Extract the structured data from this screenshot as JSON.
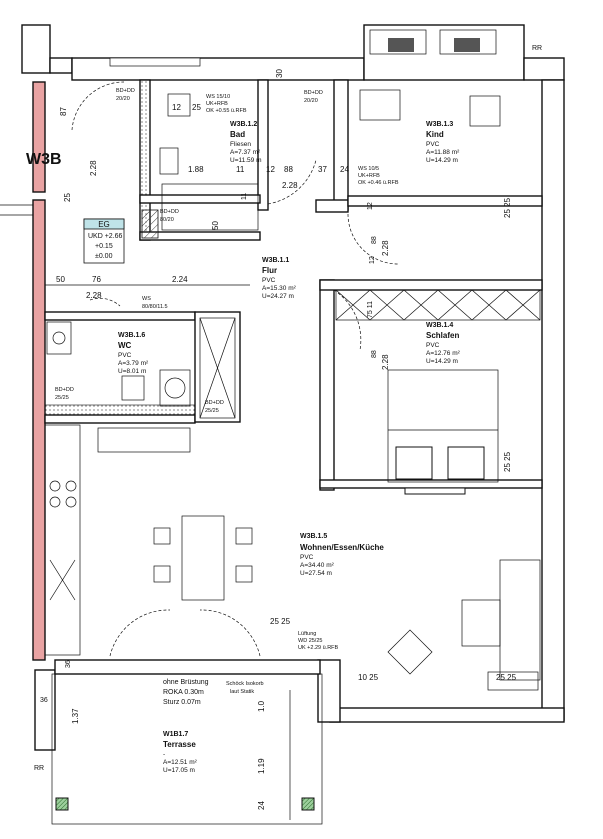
{
  "unit_label": "W3B",
  "rooms": [
    {
      "id": "W3B.1.2",
      "name": "Bad",
      "floor": "Fliesen",
      "area": "A=7.37 m²",
      "perimeter": "U=11.59 m"
    },
    {
      "id": "W3B.1.3",
      "name": "Kind",
      "floor": "PVC",
      "area": "A=11.88 m²",
      "perimeter": "U=14.29 m"
    },
    {
      "id": "W3B.1.1",
      "name": "Flur",
      "floor": "PVC",
      "area": "A=15.30 m²",
      "perimeter": "U=24.27 m"
    },
    {
      "id": "W3B.1.4",
      "name": "Schlafen",
      "floor": "PVC",
      "area": "A=12.76 m²",
      "perimeter": "U=14.29 m"
    },
    {
      "id": "W3B.1.6",
      "name": "WC",
      "floor": "PVC",
      "area": "A=3.79 m²",
      "perimeter": "U=8.01 m"
    },
    {
      "id": "W3B.1.5",
      "name": "Wohnen/Essen/Küche",
      "floor": "PVC",
      "area": "A=34.40 m²",
      "perimeter": "U=27.54 m"
    },
    {
      "id": "W1B1.7",
      "name": "Terrasse",
      "floor": "-",
      "area": "A=12.51 m²",
      "perimeter": "U=17.05 m"
    }
  ],
  "elevation": {
    "title": "EG",
    "values": [
      "UKD +2.66",
      "+0.15",
      "±0.00"
    ]
  },
  "annotations": {
    "bd_top_left": [
      "BD+DD",
      "20/20"
    ],
    "bd_bad_top": [
      "BD+DD",
      "20/20"
    ],
    "ws_bad": [
      "WS 15/10",
      "UK+RFB",
      "OK +0.55 ü.RFB"
    ],
    "ws_kind": [
      "WS 10/5",
      "UK+RFB",
      "OK +0.46 ü.RFB"
    ],
    "bd_bad_bottom": [
      "BD+DD",
      "80/20"
    ],
    "ws_flur": [
      "WS",
      "80/80/11.5"
    ],
    "bd_wc": [
      "BD+DD",
      "25/25"
    ],
    "bd_schacht": [
      "BD+DD",
      "25/25"
    ],
    "lueftung": [
      "Lüftung",
      "WD 25/25",
      "UK +2.29 ü.RFB"
    ],
    "terrace_door": [
      "ohne Brüstung",
      "ROKA 0.30m",
      "Sturz 0.07m"
    ],
    "schoeck": [
      "Schöck Isokorb",
      "laut Statik"
    ],
    "rr_top": "RR",
    "rr_bottom": "RR"
  },
  "dimensions": {
    "d_30": "30",
    "d_87": "87",
    "d_12": "12",
    "d_25a": "25",
    "d_228a": "2.28",
    "d_25b": "25",
    "d_188": "1.88",
    "d_115": "11",
    "d_1288": "12",
    "d_88": "88",
    "d_375": "37",
    "d_24": "24",
    "d_228b": "2.28",
    "d_1150": "11",
    "d_50": "50",
    "d_12b": "12",
    "d_2525a": "25 25",
    "d_885": "88",
    "d_228c": "2.28",
    "d_12c": "12",
    "d_50b": "50",
    "d_76": "76",
    "d_224": "2.24",
    "d_228d": "2.28",
    "d_75115": "75 11",
    "d_885b": "88",
    "d_228e": "2.28",
    "d_2525b": "25 25",
    "d_2525c": "25 25",
    "d_36a": "36",
    "d_1025": "10 25",
    "d_2525d": "25 25",
    "d_365": "36",
    "d_137": "1.37",
    "d_10": "1.0",
    "d_119": "1.19",
    "d_24b": "24"
  }
}
